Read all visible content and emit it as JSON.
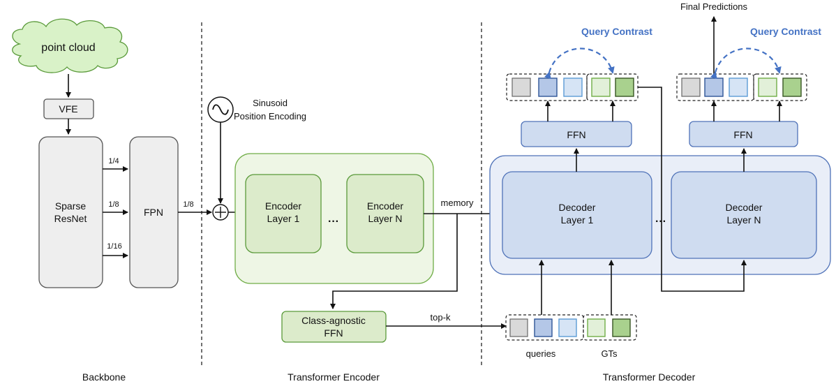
{
  "sections": {
    "backbone": "Backbone",
    "encoder": "Transformer Encoder",
    "decoder": "Transformer Decoder"
  },
  "backbone": {
    "input": "point cloud",
    "vfe": "VFE",
    "sparse_resnet_line1": "Sparse",
    "sparse_resnet_line2": "ResNet",
    "fpn": "FPN",
    "scale_1_4": "1/4",
    "scale_1_8": "1/8",
    "scale_1_16": "1/16",
    "fpn_out_scale": "1/8"
  },
  "encoder": {
    "pos_enc_line1": "Sinusoid",
    "pos_enc_line2": "Position Encoding",
    "layer1_line1": "Encoder",
    "layer1_line2": "Layer 1",
    "ellipsis": "···",
    "layerN_line1": "Encoder",
    "layerN_line2": "Layer N",
    "memory": "memory",
    "ffn_line1": "Class-agnostic",
    "ffn_line2": "FFN",
    "topk": "top-k"
  },
  "decoder": {
    "layer1_line1": "Decoder",
    "layer1_line2": "Layer 1",
    "ellipsis": "···",
    "layerN_line1": "Decoder",
    "layerN_line2": "Layer N",
    "ffn_label": "FFN",
    "query_contrast": "Query Contrast",
    "final_predictions": "Final Predictions",
    "queries_label": "queries",
    "gts_label": "GTs"
  },
  "colors": {
    "contrast_blue": "#4472c4",
    "query_grey": "#d9d9d9",
    "query_blue_dark": "#4f72b8",
    "query_blue_light": "#6fa0d8",
    "gt_green_light": "#92d050",
    "gt_green_dark": "#548235"
  }
}
